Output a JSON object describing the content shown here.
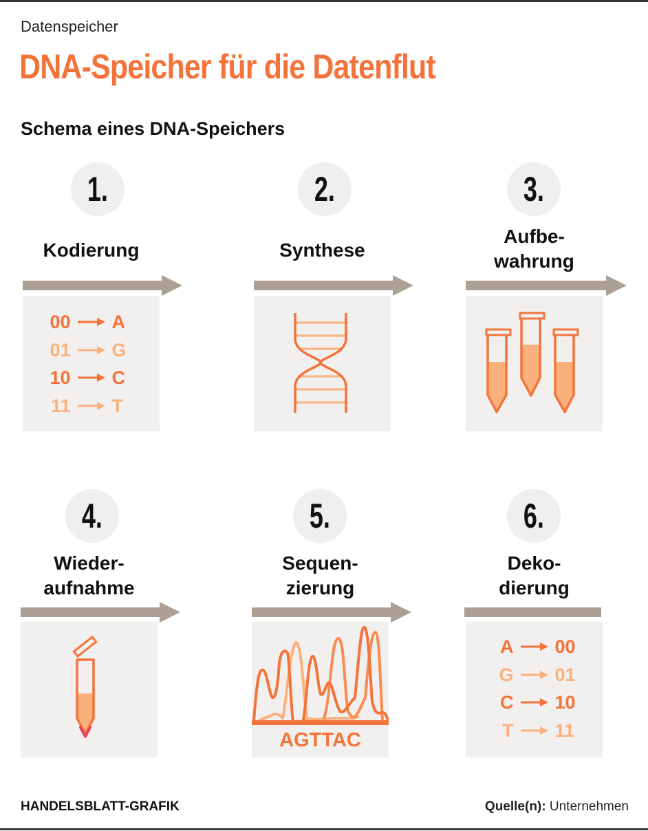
{
  "header": {
    "kicker": "Datenspeicher",
    "title": "DNA-Speicher für die Datenflut",
    "subtitle": "Schema eines DNA-Speichers"
  },
  "colors": {
    "accent_dark": "#f4733b",
    "accent_light": "#fbb17e",
    "arrow": "#aca095",
    "panel_bg": "#f2f0ee",
    "circle_bg": "#f1efed"
  },
  "steps": [
    {
      "number": "1.",
      "label_lines": [
        "Kodierung"
      ],
      "icon": "binary-to-base-table",
      "mapping": [
        {
          "from": "00",
          "to": "A",
          "tone": "dark"
        },
        {
          "from": "01",
          "to": "G",
          "tone": "light"
        },
        {
          "from": "10",
          "to": "C",
          "tone": "dark"
        },
        {
          "from": "11",
          "to": "T",
          "tone": "light"
        }
      ]
    },
    {
      "number": "2.",
      "label_lines": [
        "Synthese"
      ],
      "icon": "dna-helix-icon"
    },
    {
      "number": "3.",
      "label_lines": [
        "Aufbe-",
        "wahrung"
      ],
      "icon": "three-test-tubes-icon"
    },
    {
      "number": "4.",
      "label_lines": [
        "Wieder-",
        "aufnahme"
      ],
      "icon": "open-test-tube-icon"
    },
    {
      "number": "5.",
      "label_lines": [
        "Sequen-",
        "zierung"
      ],
      "icon": "chromatogram-icon",
      "sequence": "AGTTAC"
    },
    {
      "number": "6.",
      "label_lines": [
        "Deko-",
        "dierung"
      ],
      "icon": "base-to-binary-table",
      "mapping": [
        {
          "from": "A",
          "to": "00",
          "tone": "dark"
        },
        {
          "from": "G",
          "to": "01",
          "tone": "light"
        },
        {
          "from": "C",
          "to": "10",
          "tone": "dark"
        },
        {
          "from": "T",
          "to": "11",
          "tone": "light"
        }
      ]
    }
  ],
  "footer": {
    "credit": "HANDELSBLATT-GRAFIK",
    "source_label": "Quelle(n):",
    "source_value": "Unternehmen"
  }
}
